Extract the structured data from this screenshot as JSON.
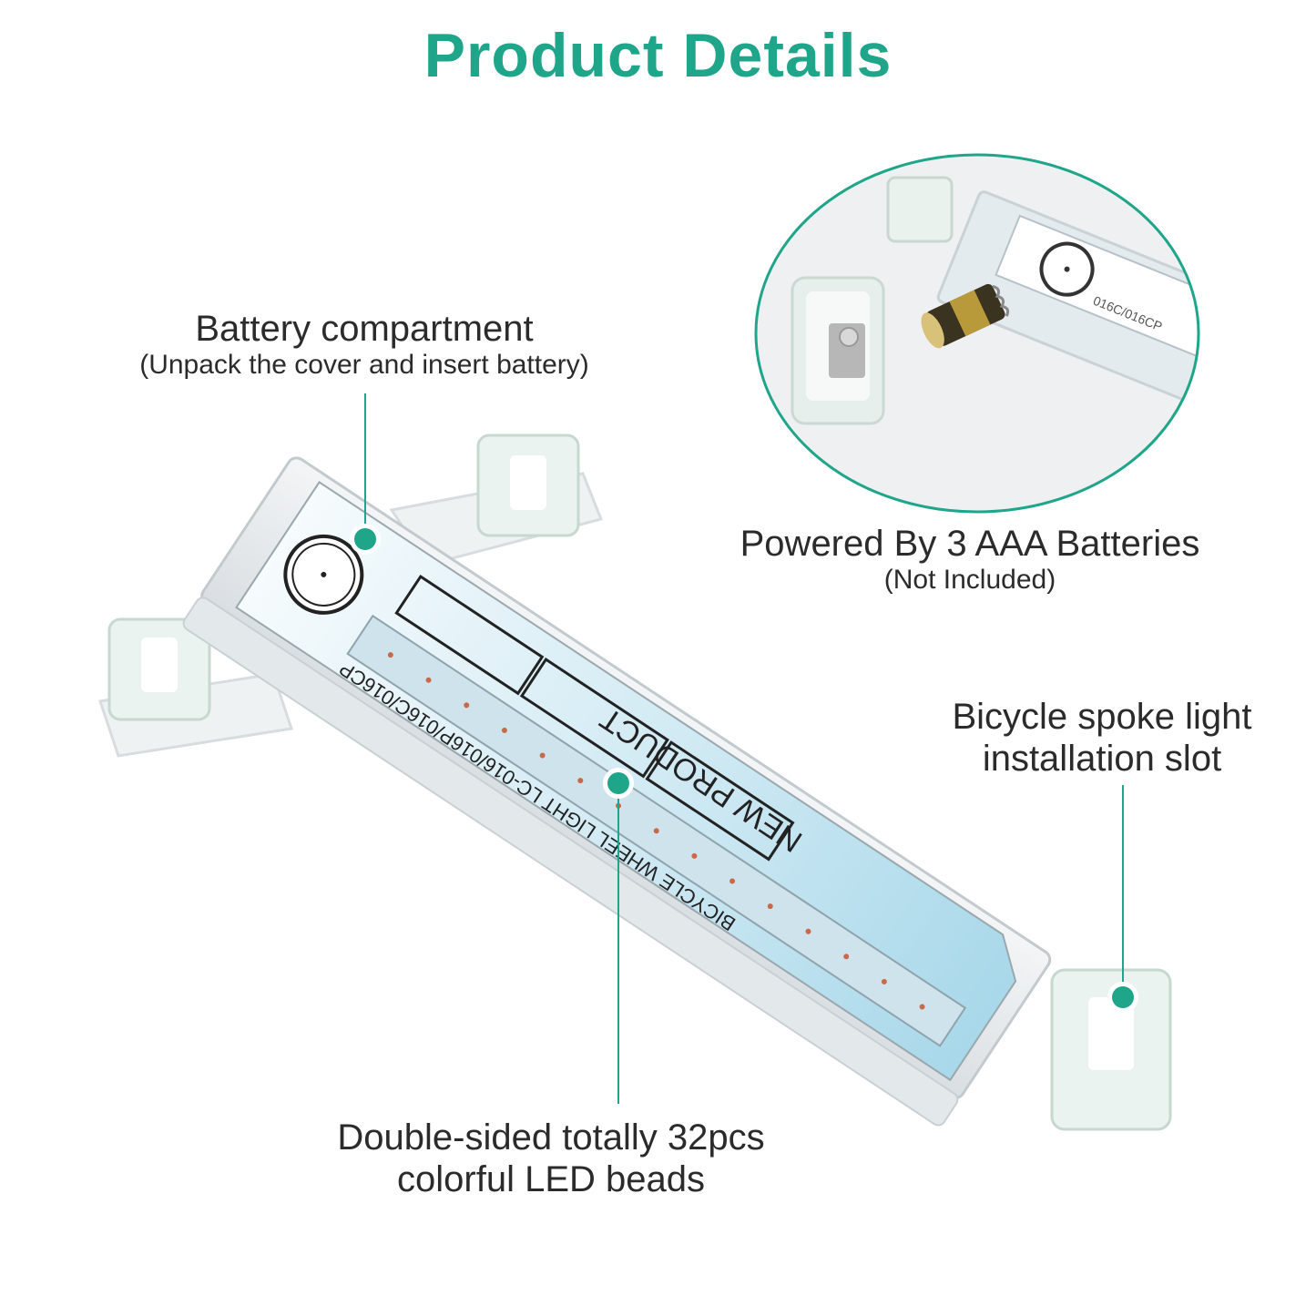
{
  "title": "Product Details",
  "accent_color": "#1fa58a",
  "callouts": {
    "battery": {
      "title": "Battery compartment",
      "subtitle": "(Unpack the cover and insert battery)"
    },
    "power": {
      "title": "Powered By 3 AAA Batteries",
      "subtitle": "(Not Included)"
    },
    "slot": {
      "line1": "Bicycle spoke light",
      "line2": "installation slot"
    },
    "led": {
      "line1": "Double-sided totally 32pcs",
      "line2": "colorful LED beads"
    }
  },
  "product_label": {
    "brand_text": "NEW PRODUCT",
    "model_text": "BICYCLE WHEEL LIGHT  LC-016/016P/016C/016CP",
    "code_text": "LC-016/016P/016C/016CP",
    "inset_code_text": "016C/016CP"
  }
}
